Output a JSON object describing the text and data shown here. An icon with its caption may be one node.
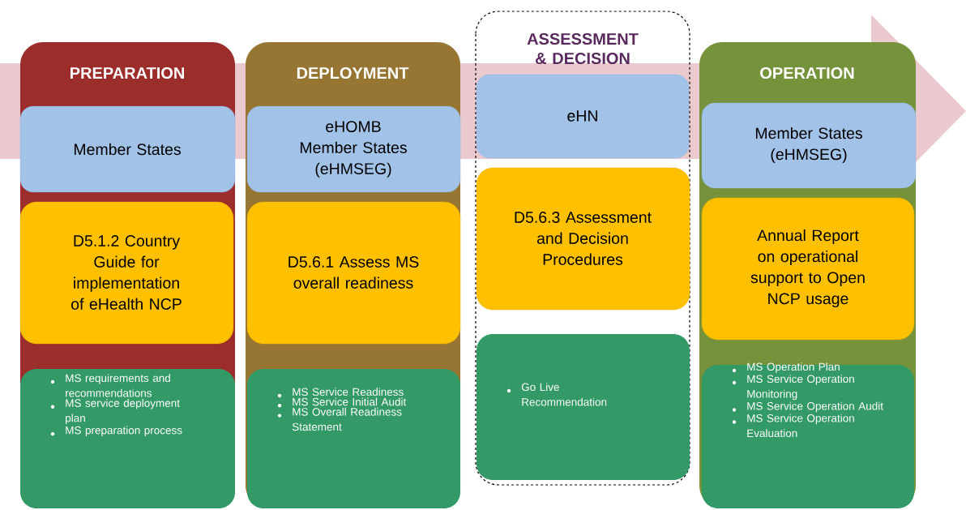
{
  "diagram": {
    "nodes": [
      {
        "text": [
          "PREPARATION"
        ]
      },
      {
        "text": [
          "Member States"
        ],
        "in": 0
      },
      {
        "text": [
          "D5.1.2 Country Guide for implementation of eHealth NCP"
        ],
        "in": 0
      },
      {
        "text": [
          "MS requirements and recommendations",
          "MS service deployment plan",
          "MS preparation process"
        ],
        "in": 0
      },
      {
        "text": [
          "DEPLOYMENT"
        ]
      },
      {
        "text": [
          "eHOMB Member States (eHMSEG)"
        ],
        "in": 4
      },
      {
        "text": [
          "D5.6.1 Assess MS overall readiness"
        ],
        "in": 4
      },
      {
        "text": [
          "MS Service Readiness",
          "MS Service Initial Audit",
          "MS  Overall Readiness Statement"
        ],
        "in": 4
      },
      {
        "text": [
          "ASSESSMENT & DECISION"
        ]
      },
      {
        "text": [
          "eHN"
        ],
        "in": 8
      },
      {
        "text": [
          "D5.6.3 Assessment and Decision Procedures"
        ],
        "in": 8
      },
      {
        "text": [
          "Go Live Recommendation"
        ],
        "in": 8
      },
      {
        "text": [
          "OPERATION"
        ]
      },
      {
        "text": [
          "Member States (eHMSEG)"
        ],
        "in": 12
      },
      {
        "text": [
          "Annual Report on operational support to Open NCP usage"
        ],
        "in": 12
      },
      {
        "text": [
          "MS Operation Plan",
          "MS Service Operation Monitoring",
          "MS Service Operation Audit",
          "MS Service Operation Evaluation"
        ],
        "in": 12
      }
    ],
    "edges": []
  }
}
